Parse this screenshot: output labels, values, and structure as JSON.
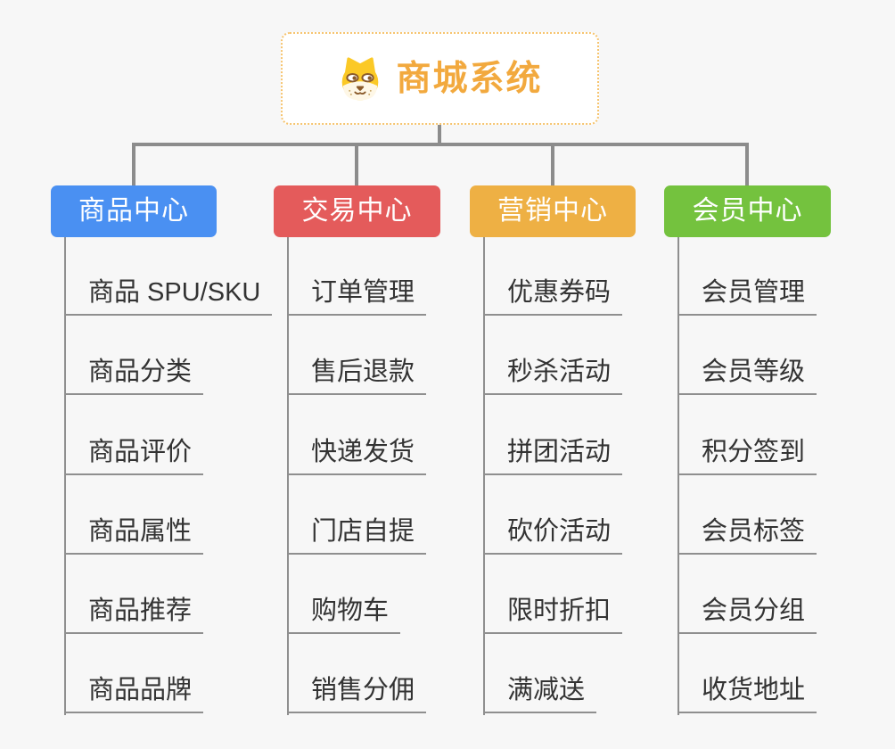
{
  "background_color": "#f7f7f7",
  "connector_color": "#8c8c8c",
  "leaf_line_color": "#8f8f8f",
  "leaf_text_color": "#333333",
  "root": {
    "title": "商城系统",
    "icon": "dog-face-icon",
    "title_color": "#f2a93e",
    "border_color": "#f6c46f",
    "fill_color": "#ffffff"
  },
  "branches": [
    {
      "label": "商品中心",
      "color": "#4a90f2",
      "items": [
        "商品 SPU/SKU",
        "商品分类",
        "商品评价",
        "商品属性",
        "商品推荐",
        "商品品牌"
      ]
    },
    {
      "label": "交易中心",
      "color": "#e45b5b",
      "items": [
        "订单管理",
        "售后退款",
        "快递发货",
        "门店自提",
        "购物车",
        "销售分佣"
      ]
    },
    {
      "label": "营销中心",
      "color": "#eeb044",
      "items": [
        "优惠券码",
        "秒杀活动",
        "拼团活动",
        "砍价活动",
        "限时折扣",
        "满减送"
      ]
    },
    {
      "label": "会员中心",
      "color": "#74c23e",
      "items": [
        "会员管理",
        "会员等级",
        "积分签到",
        "会员标签",
        "会员分组",
        "收货地址"
      ]
    }
  ],
  "dog_icon_colors": {
    "fur": "#fbc926",
    "muzzle": "#fef7e6",
    "features": "#8a5a2a"
  }
}
